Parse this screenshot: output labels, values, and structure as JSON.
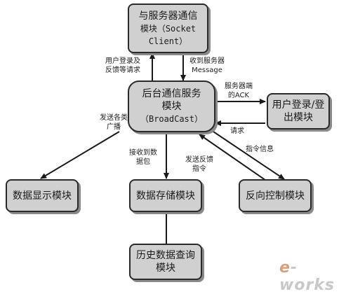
{
  "boxes": {
    "socket_client": {
      "line1": "与服务器通信",
      "line2": "模块（Socket",
      "line3": "Client）"
    },
    "broadcast": {
      "line1": "后台通信服务",
      "line2": "模块",
      "line3": "（BroadCast）"
    },
    "login": {
      "line1": "用户登录/登",
      "line2": "出模块"
    },
    "display": {
      "line1": "数据显示模块"
    },
    "storage": {
      "line1": "数据存储模块"
    },
    "reverse": {
      "line1": "反向控制模块"
    },
    "history": {
      "line1": "历史数据查询",
      "line2": "模块"
    }
  },
  "edge_labels": {
    "login_feedback": {
      "l1": "用户登录及",
      "l2": "反馈等请求"
    },
    "received_server": {
      "l1": "收到服务器",
      "l2": "Message"
    },
    "server_ack": {
      "l1": "服务器端",
      "l2": "的ACK"
    },
    "request": {
      "l1": "请求"
    },
    "broadcast_types": {
      "l1": "发送各类",
      "l2": "广播"
    },
    "receive_packets": {
      "l1": "接收到数",
      "l2": "据包"
    },
    "send_feedback": {
      "l1": "发送反馈",
      "l2": "指令"
    },
    "command_info": {
      "l1": "指令信息"
    }
  },
  "watermark": {
    "e": "e",
    "rest": "-works"
  }
}
